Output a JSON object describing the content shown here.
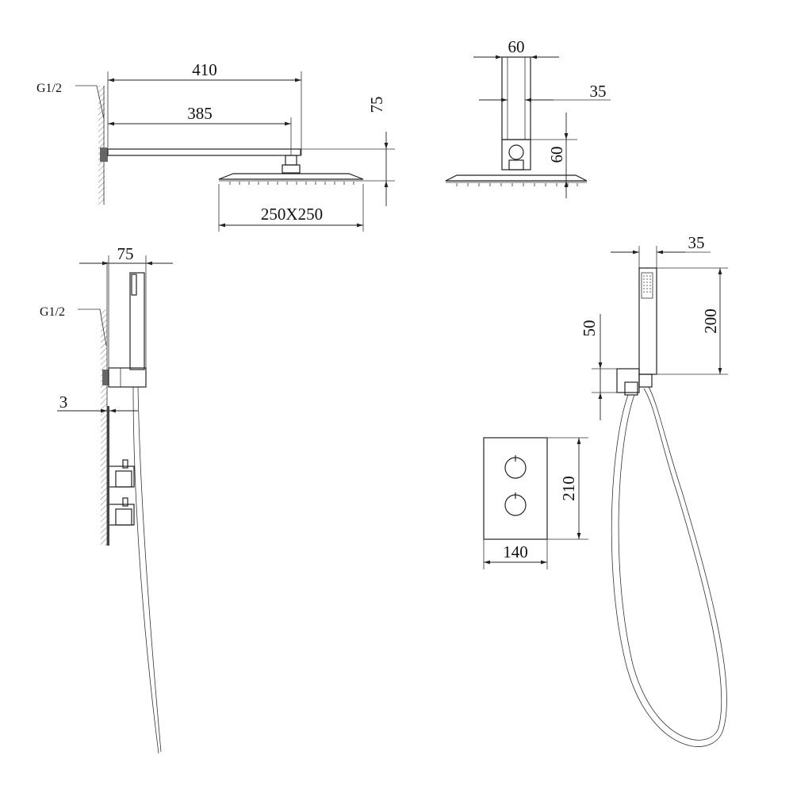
{
  "labels": {
    "thread_top": "G1/2",
    "thread_bottom": "G1/2",
    "arm_length_total": "410",
    "arm_length_inner": "385",
    "head_drop": "75",
    "head_size": "250X250",
    "side_width": "60",
    "side_depth": "35",
    "side_height": "60",
    "holder_projection": "75",
    "plate_thickness": "3",
    "handshower_width": "35",
    "handshower_length": "200",
    "bracket_height": "50",
    "plate_height": "210",
    "plate_width": "140"
  }
}
